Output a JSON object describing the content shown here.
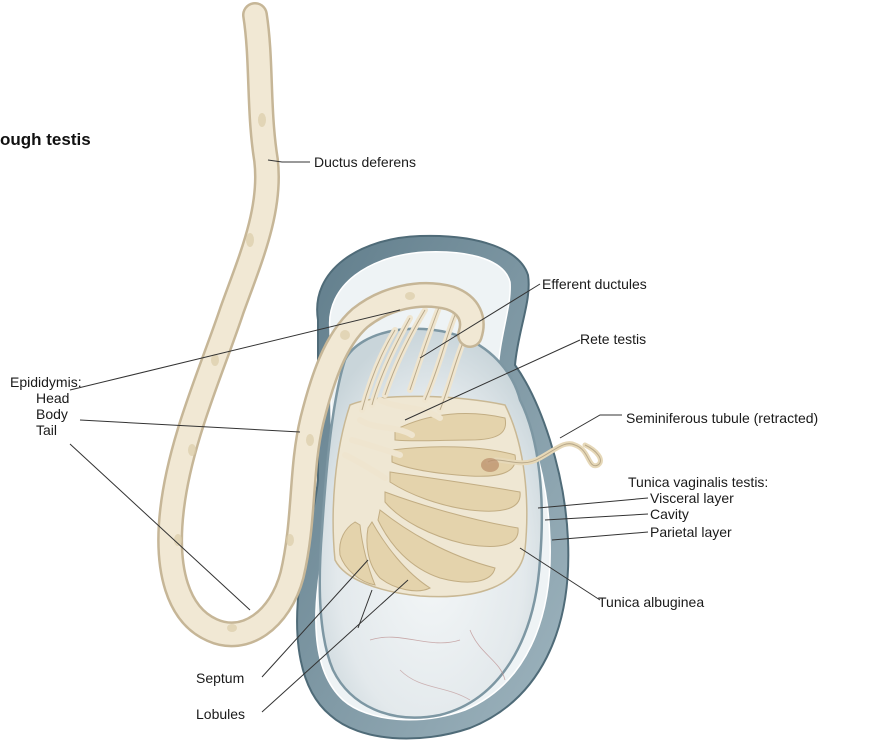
{
  "figure": {
    "title_fragment": "ough testis"
  },
  "labels": {
    "ductus_deferens": "Ductus deferens",
    "efferent_ductules": "Efferent ductules",
    "rete_testis": "Rete testis",
    "seminiferous_tubule": "Seminiferous tubule (retracted)",
    "epididymis": "Epididymis:",
    "epididymis_head": "Head",
    "epididymis_body": "Body",
    "epididymis_tail": "Tail",
    "tunica_vaginalis": "Tunica vaginalis testis:",
    "visceral_layer": "Visceral layer",
    "cavity": "Cavity",
    "parietal_layer": "Parietal layer",
    "tunica_albuginea": "Tunica albuginea",
    "septum": "Septum",
    "lobules": "Lobules"
  },
  "colors": {
    "tube_fill": "#efe5cf",
    "tube_outline": "#b9a98a",
    "vaginalis_blue": "#7f9aa7",
    "cavity_light": "#dbe6ea",
    "testis_body": "#e8edef",
    "lobule_fill": "#e6d6b2",
    "leader_line": "#333333"
  }
}
